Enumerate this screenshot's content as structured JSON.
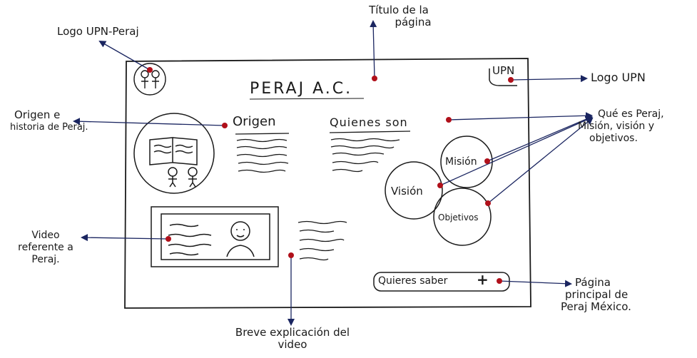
{
  "page": {
    "title": "PERAJ A.C.",
    "logo_right": "UPN",
    "section_origen": "Origen",
    "section_quienes": "Quienes son",
    "circle_mision": "Misión",
    "circle_vision": "Visión",
    "circle_objetivos": "Objetivos",
    "button_label": "Quieres saber",
    "button_plus": "+"
  },
  "annotations": {
    "logo_upn_peraj": "Logo UPN-Peraj",
    "titulo_l1": "Título de la",
    "titulo_l2": "página",
    "logo_upn": "Logo UPN",
    "origen_l1": "Origen e",
    "origen_l2": "historia de Peraj.",
    "que_es_l1": "Qué es Peraj,",
    "que_es_l2": "Misión, visión y",
    "que_es_l3": "objetivos.",
    "video_l1": "Video",
    "video_l2": "referente a",
    "video_l3": "Peraj.",
    "breve_l1": "Breve explicación del",
    "breve_l2": "video",
    "pagina_l1": "Página",
    "pagina_l2": "principal de",
    "pagina_l3": "Peraj México."
  },
  "colors": {
    "ink": "#1a1a1a",
    "dot": "#b0101a",
    "arrow": "#1a2560"
  }
}
